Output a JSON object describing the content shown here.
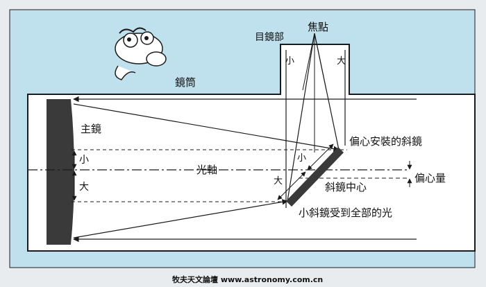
{
  "labels": {
    "focus": "焦點",
    "eyepiece_section": "目鏡部",
    "tube": "鏡筒",
    "primary_mirror": "主鏡",
    "optical_axis": "光軸",
    "offset_mirror": "偏心安裝的斜鏡",
    "offset_amount": "偏心量",
    "diagonal_center": "斜鏡中心",
    "diagonal_full_light": "小斜鏡受到全部的光",
    "small_top": "小",
    "large_top": "大",
    "small_left": "小",
    "large_left": "大",
    "small_diag": "小",
    "large_diag": "大"
  },
  "watermark": {
    "text": "牧夫天文論壇  www.astronomy.com.cn"
  },
  "colors": {
    "sky": "#bfe0ed",
    "panel": "#ffffff",
    "ink": "#1a1a1a",
    "mirror": "#3a3a3a",
    "border": "#f1f3f5"
  }
}
